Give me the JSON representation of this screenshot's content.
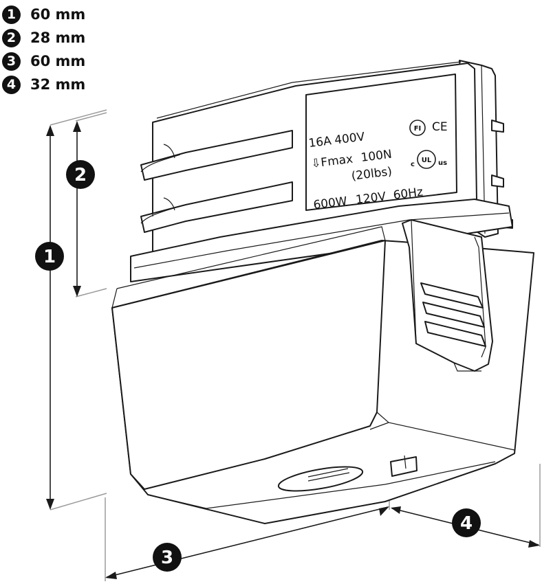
{
  "legend": [
    {
      "num": "1",
      "value": "60 mm"
    },
    {
      "num": "2",
      "value": "28 mm"
    },
    {
      "num": "3",
      "value": "60 mm"
    },
    {
      "num": "4",
      "value": "32 mm"
    }
  ],
  "label": {
    "line1_a": "16A",
    "line1_b": "400V",
    "line2_a": "⇩Fmax",
    "line2_b": "100N",
    "line3": "(20lbs)",
    "line4_a": "600W",
    "line4_b": "120V",
    "line4_c": "60Hz",
    "cert_fi": "FI",
    "cert_ce": "CE",
    "cert_ul_c": "c",
    "cert_ul": "UL",
    "cert_ul_us": "us"
  },
  "markers": {
    "m1": "1",
    "m2": "2",
    "m3": "3",
    "m4": "4"
  }
}
